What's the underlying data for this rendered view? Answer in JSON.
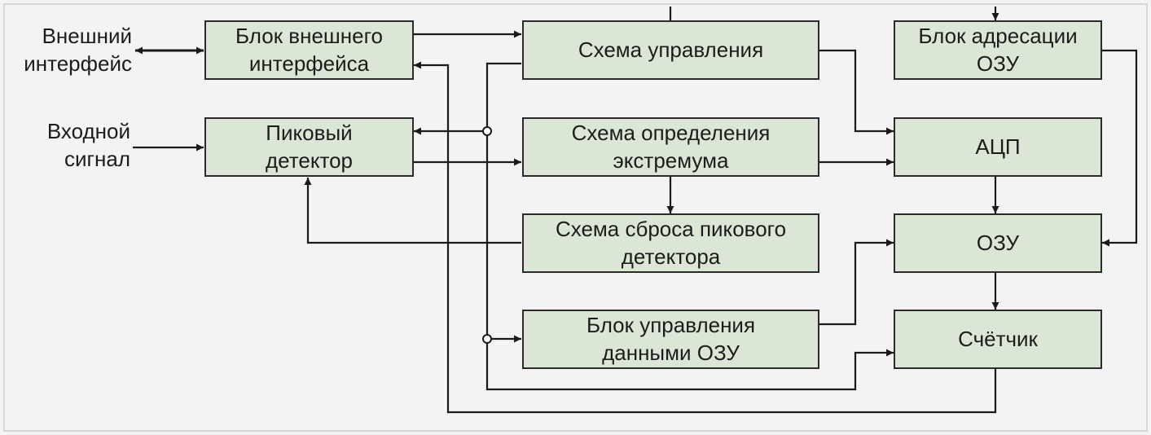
{
  "inputs": {
    "external_interface": "Внешний\nинтерфейс",
    "input_signal": "Входной\nсигнал"
  },
  "blocks": {
    "external_interface_block": "Блок внешнего\nинтерфейса",
    "peak_detector": "Пиковый\nдетектор",
    "control_circuit": "Схема управления",
    "extremum_circuit": "Схема определения\nэкстремума",
    "peak_reset_circuit": "Схема сброса пикового\nдетектора",
    "ram_data_control": "Блок управления\nданными ОЗУ",
    "ram_addressing": "Блок адресации\nОЗУ",
    "adc": "АЦП",
    "ram": "ОЗУ",
    "counter": "Счётчик"
  },
  "colors": {
    "block_fill": "#dbe6d6",
    "line": "#1a1a1a",
    "background": "#f3f3f4"
  }
}
